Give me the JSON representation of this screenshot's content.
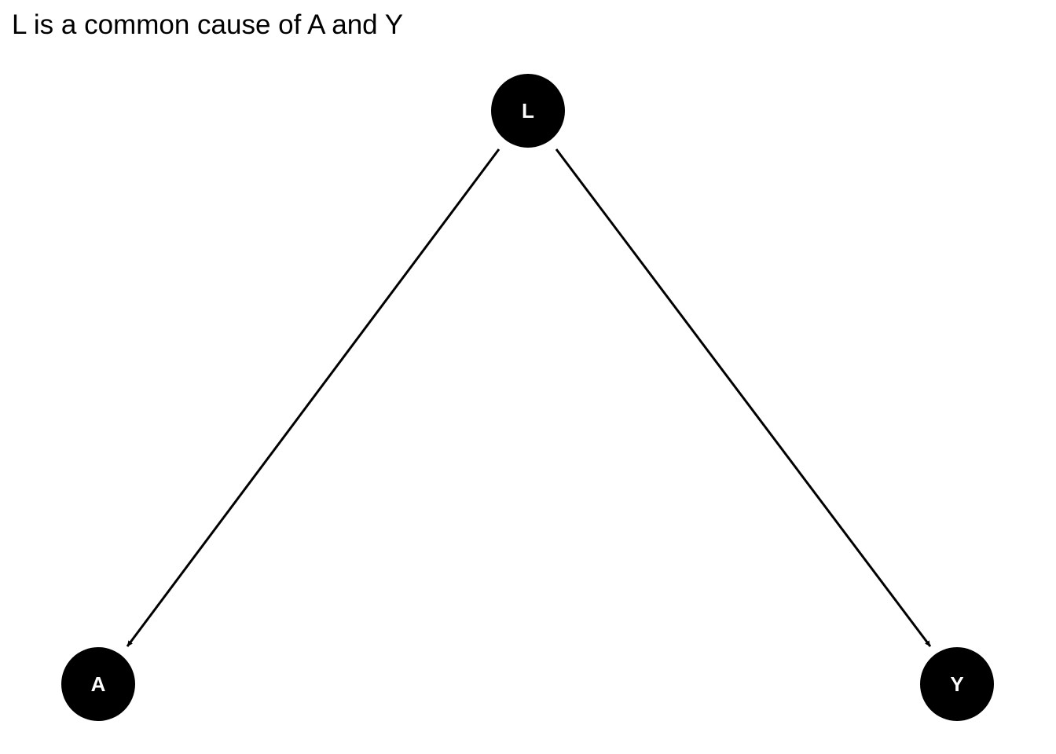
{
  "title": "L is a common cause of A and Y",
  "colors": {
    "node_fill": "#000000",
    "node_text": "#ffffff",
    "edge": "#000000",
    "background": "#ffffff"
  },
  "nodes": [
    {
      "id": "L",
      "label": "L"
    },
    {
      "id": "A",
      "label": "A"
    },
    {
      "id": "Y",
      "label": "Y"
    }
  ],
  "edges": [
    {
      "from": "L",
      "to": "A"
    },
    {
      "from": "L",
      "to": "Y"
    }
  ]
}
